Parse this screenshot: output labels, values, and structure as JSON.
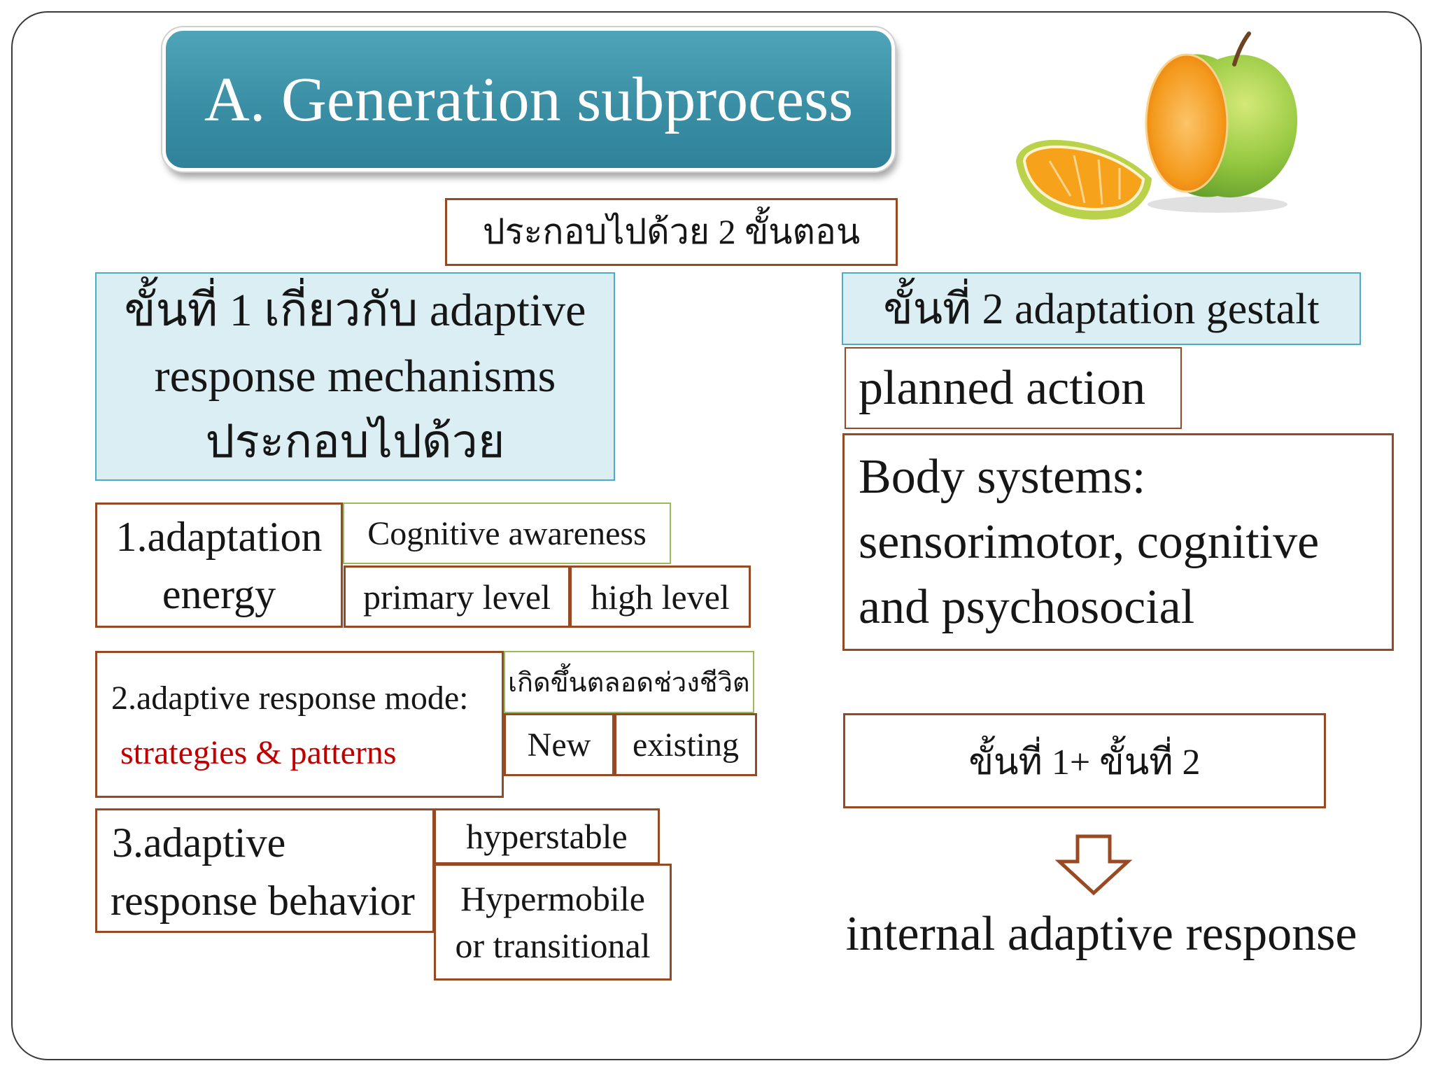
{
  "slide": {
    "title": "A. Generation subprocess",
    "intro": "ประกอบไปด้วย 2 ขั้นตอน"
  },
  "step1": {
    "heading_lines": [
      "ขั้นที่ 1 เกี่ยวกับ adaptive",
      "response mechanisms",
      "ประกอบไปด้วย"
    ],
    "energy": {
      "label_lines": [
        "1.adaptation",
        "energy"
      ],
      "awareness": "Cognitive awareness",
      "levels": [
        "primary level",
        "high level"
      ]
    },
    "mode": {
      "label": "2.adaptive response mode:",
      "highlight": "strategies & patterns",
      "occurrence": "เกิดขึ้นตลอดช่วงชีวิต",
      "kinds": [
        "New",
        "existing"
      ]
    },
    "behavior": {
      "label_lines": [
        "3.adaptive",
        "response behavior"
      ],
      "stable": "hyperstable",
      "mobile_lines": [
        "Hypermobile",
        "or transitional"
      ]
    }
  },
  "step2": {
    "heading": "ขั้นที่ 2 adaptation gestalt",
    "planned": "planned action",
    "body_lines": [
      "Body systems:",
      "sensorimotor, cognitive",
      "and psychosocial"
    ]
  },
  "combined": "ขั้นที่ 1+ ขั้นที่ 2",
  "result": "internal adaptive response",
  "icons": {
    "illustration": "orange-apple-illustration",
    "arrow": "down-arrow-icon"
  },
  "colors": {
    "title_bg": "#3a8fa5",
    "title_text": "#ffffff",
    "box_border": "#954a23",
    "accent_border": "#9bbb59",
    "step_fill": "#daeef3",
    "step_border": "#4bacc6",
    "highlight_text": "#c00000"
  }
}
